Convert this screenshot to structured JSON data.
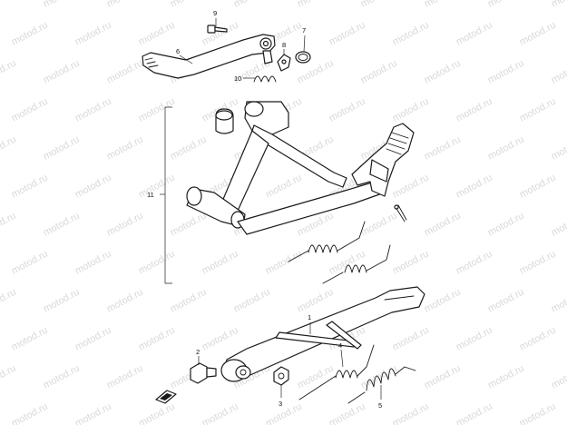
{
  "watermark": "motod.ru",
  "callouts": {
    "c1": "1",
    "c2": "2",
    "c3": "3",
    "c4": "4",
    "c5": "5",
    "c6": "6",
    "c7": "7",
    "c8": "8",
    "c9": "9",
    "c10": "10",
    "c11": "11"
  },
  "colors": {
    "line": "#1a1a1a",
    "watermark": "#d9d9d9",
    "background": "#ffffff"
  }
}
